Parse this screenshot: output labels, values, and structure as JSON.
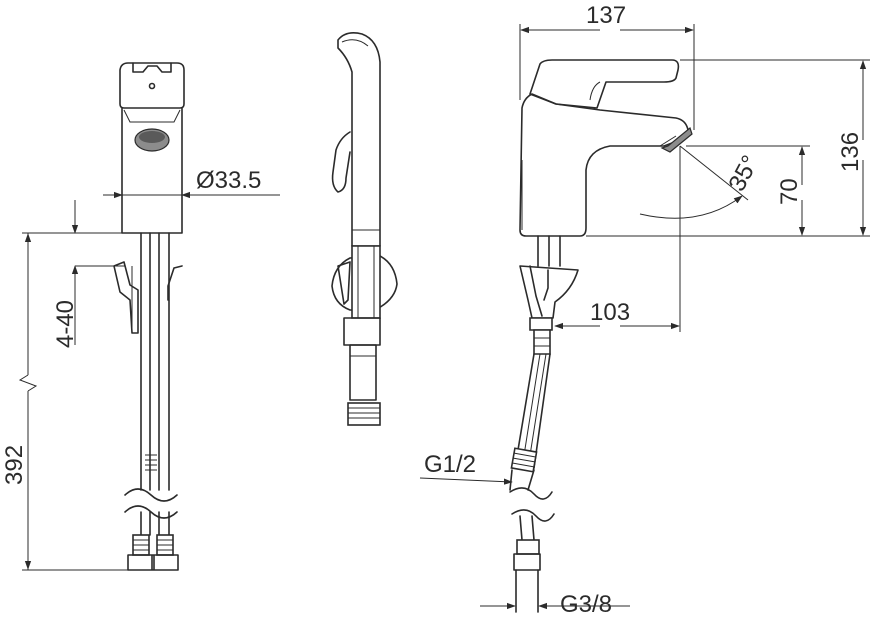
{
  "dimensions": {
    "width_top": "137",
    "height_total": "136",
    "height_spout": "70",
    "reach": "103",
    "swivel_angle": "35°",
    "body_diameter": "Ø33.5",
    "deck_thickness": "4-40",
    "hose_length": "392",
    "inlet_thread": "G1/2",
    "outlet_thread": "G3/8"
  },
  "colors": {
    "line": "#2b2b2b",
    "background": "#ffffff"
  }
}
